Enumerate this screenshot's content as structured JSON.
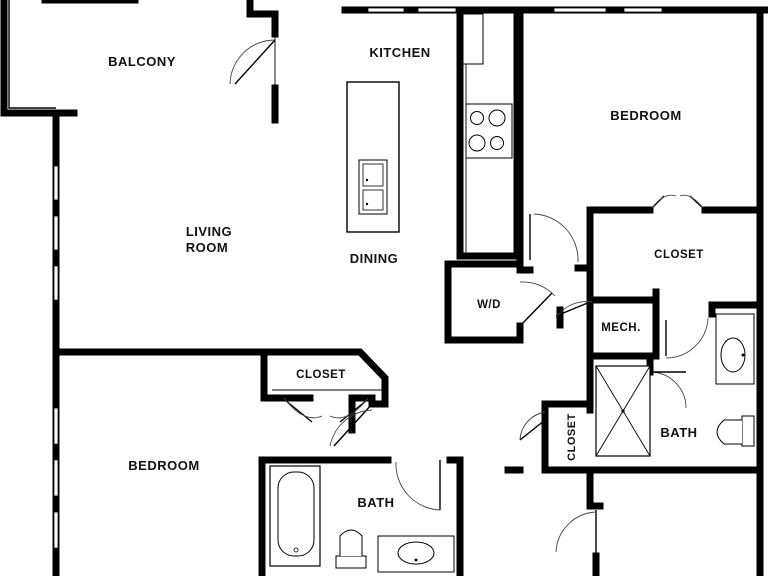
{
  "labels": {
    "balcony": "BALCONY",
    "kitchen": "KITCHEN",
    "bedroom_top": "BEDROOM",
    "living_line1": "LIVING",
    "living_line2": "ROOM",
    "dining": "DINING",
    "closet_right": "CLOSET",
    "wd": "W/D",
    "mech": "MECH.",
    "closet_left": "CLOSET",
    "bedroom_bottom": "BEDROOM",
    "bath_left": "BATH",
    "bath_right": "BATH",
    "closet_vertical": "CLOSET"
  }
}
